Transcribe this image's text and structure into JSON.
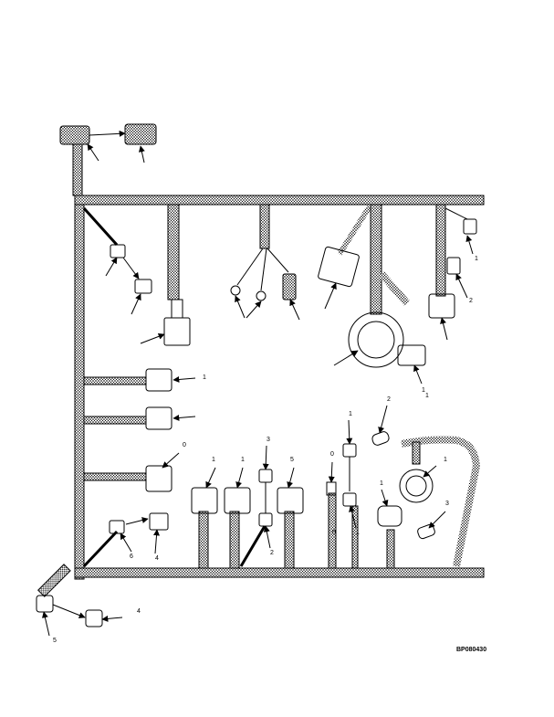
{
  "figure": {
    "code": "BP080430"
  },
  "callout_marks": {
    "m1": "1",
    "m2": "2",
    "m3": "1",
    "m4": "1",
    "m5": "0",
    "m6": "1",
    "m7": "1",
    "m8": "3",
    "m9": "5",
    "m10": "0",
    "m11": "1",
    "m12": "2",
    "m13": "1",
    "m14": "1",
    "m15": "3",
    "m16": "1",
    "m17": "2",
    "m18": "6",
    "m19": "4",
    "m20": "4",
    "m21": "0",
    "m22": "1",
    "m23": "5"
  },
  "colors": {
    "line": "#000000",
    "background": "#ffffff"
  }
}
